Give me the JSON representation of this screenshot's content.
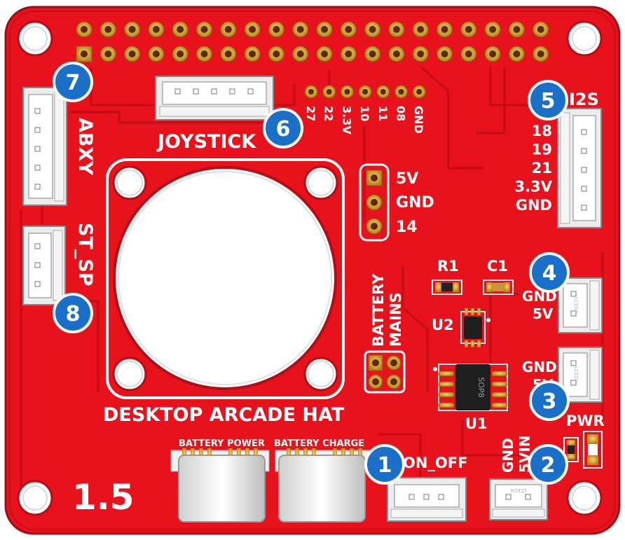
{
  "board": {
    "title": "DESKTOP ARCADE HAT",
    "version": "1.5",
    "color_board": "#e8121d",
    "color_silk": "#ffffff",
    "color_pad": "#d9a12e",
    "color_badge": "#1a6fc9"
  },
  "labels": {
    "joystick": "JOYSTICK",
    "abxy": "ABXY",
    "st_sp": "ST_SP",
    "i2s": "I2S",
    "battery": "BATTERY",
    "mains": "MAINS",
    "battery_power": "BATTERY POWER",
    "battery_charge": "BATTERY CHARGE",
    "on_off": "ON_OFF",
    "pwr": "PWR",
    "r1": "R1",
    "c1": "C1",
    "u1": "U1",
    "u2": "U2",
    "sop8": "SOP8",
    "lcd": "LCEDA",
    "gnd_5v_a_gnd": "GND",
    "gnd_5v_a_5v": "5V",
    "gnd_5v_b_gnd": "GND",
    "gnd_5v_b_5v": "5V",
    "gnd_5vin_gnd": "GND",
    "gnd_5vin_5vin": "5VIN",
    "gpio_row": [
      "27",
      "22",
      "3.3V",
      "10",
      "11",
      "08",
      "GND"
    ],
    "header_pins": [
      "5V",
      "GND",
      "14"
    ],
    "i2s_pins": [
      "18",
      "19",
      "21",
      "3.3V",
      "GND"
    ]
  },
  "badges": [
    "1",
    "2",
    "3",
    "4",
    "5",
    "6",
    "7",
    "8"
  ]
}
